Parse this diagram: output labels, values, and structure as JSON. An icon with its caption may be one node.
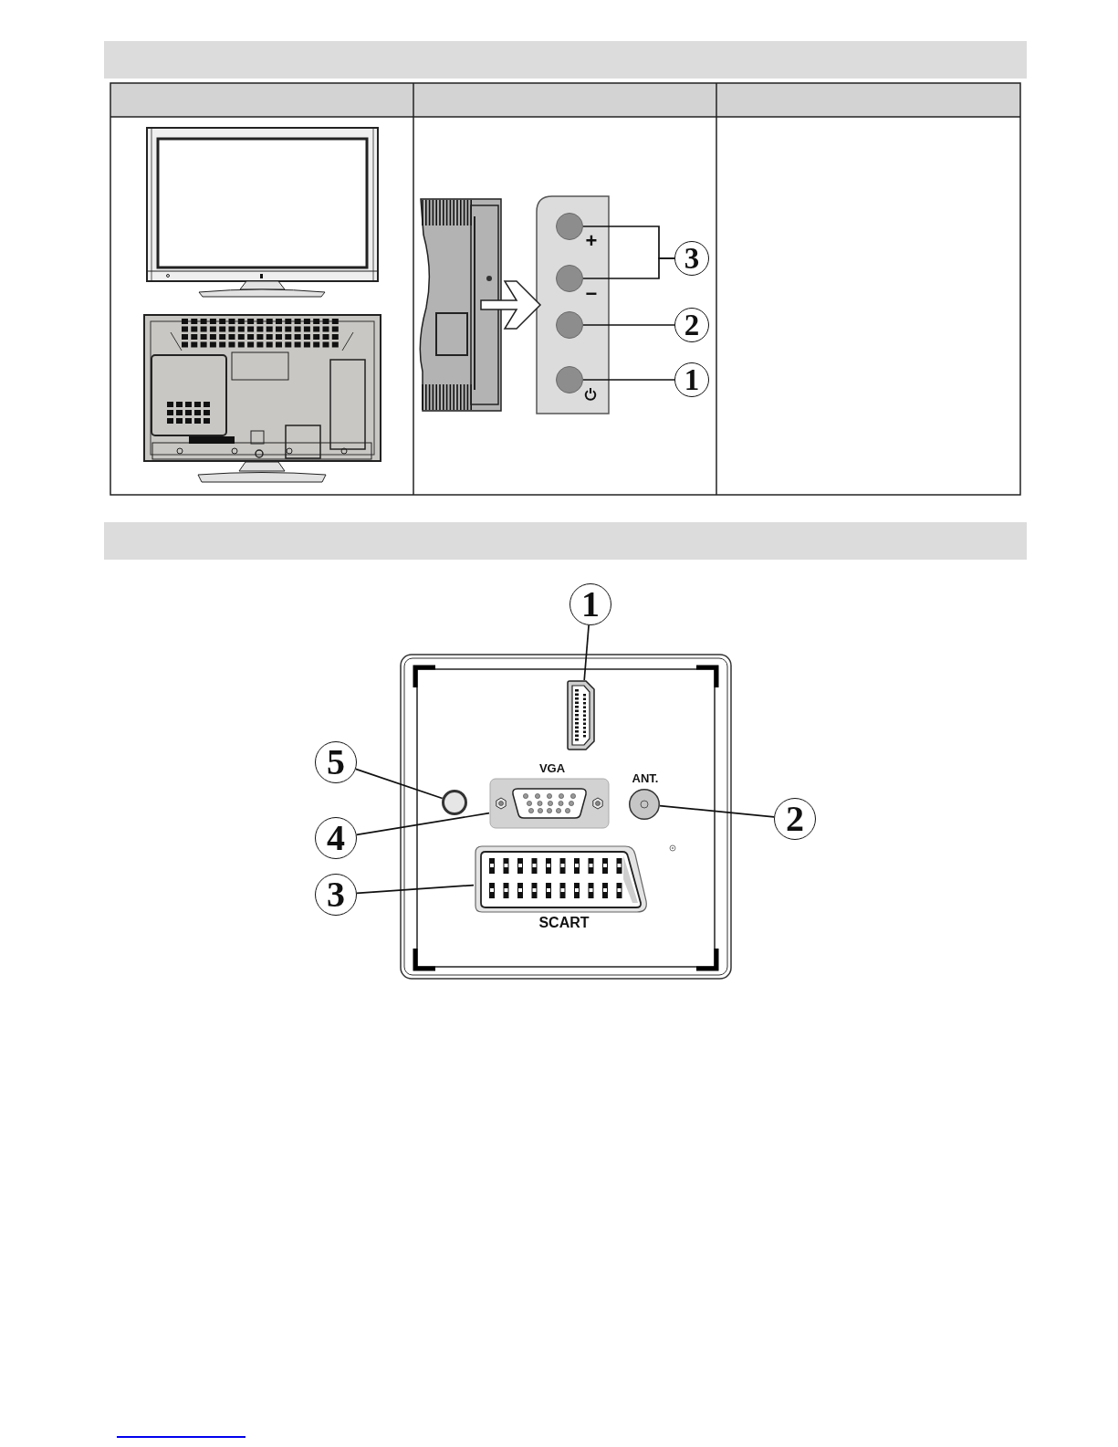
{
  "diagram": {
    "nodes": [
      {
        "text": [
          "3"
        ]
      },
      {
        "text": [
          "2"
        ]
      },
      {
        "text": [
          "1"
        ]
      },
      {
        "text": [],
        "shape": "circle",
        "beside": [
          "+"
        ]
      },
      {
        "text": [],
        "shape": "circle",
        "beside": [
          "−"
        ]
      },
      {
        "text": [],
        "shape": "circle"
      },
      {
        "text": [],
        "shape": "circle"
      },
      {
        "text": [
          "1"
        ]
      },
      {
        "text": [
          "5"
        ]
      },
      {
        "text": [
          "4"
        ]
      },
      {
        "text": [
          "2"
        ]
      },
      {
        "text": [
          "3"
        ]
      },
      {
        "text": [],
        "shape": "picture"
      },
      {
        "text": [],
        "shape": "circle"
      },
      {
        "text": [],
        "shape": "picture",
        "beside": [
          "VGA"
        ]
      },
      {
        "text": [],
        "shape": "circle",
        "beside": [
          "ANT."
        ]
      },
      {
        "text": [],
        "shape": "picture",
        "beside": [
          "SCART"
        ]
      }
    ],
    "edges": [
      {
        "from": 0,
        "to": 3,
        "arrow": "none"
      },
      {
        "from": 0,
        "to": 4,
        "arrow": "none"
      },
      {
        "from": 1,
        "to": 5,
        "arrow": "none"
      },
      {
        "from": 2,
        "to": 6,
        "arrow": "none"
      },
      {
        "from": 7,
        "to": 12,
        "arrow": "none"
      },
      {
        "from": 8,
        "to": 13,
        "arrow": "none"
      },
      {
        "from": 9,
        "to": 14,
        "arrow": "none"
      },
      {
        "from": 10,
        "to": 15,
        "arrow": "none"
      },
      {
        "from": 11,
        "to": 16,
        "arrow": "none"
      }
    ]
  }
}
